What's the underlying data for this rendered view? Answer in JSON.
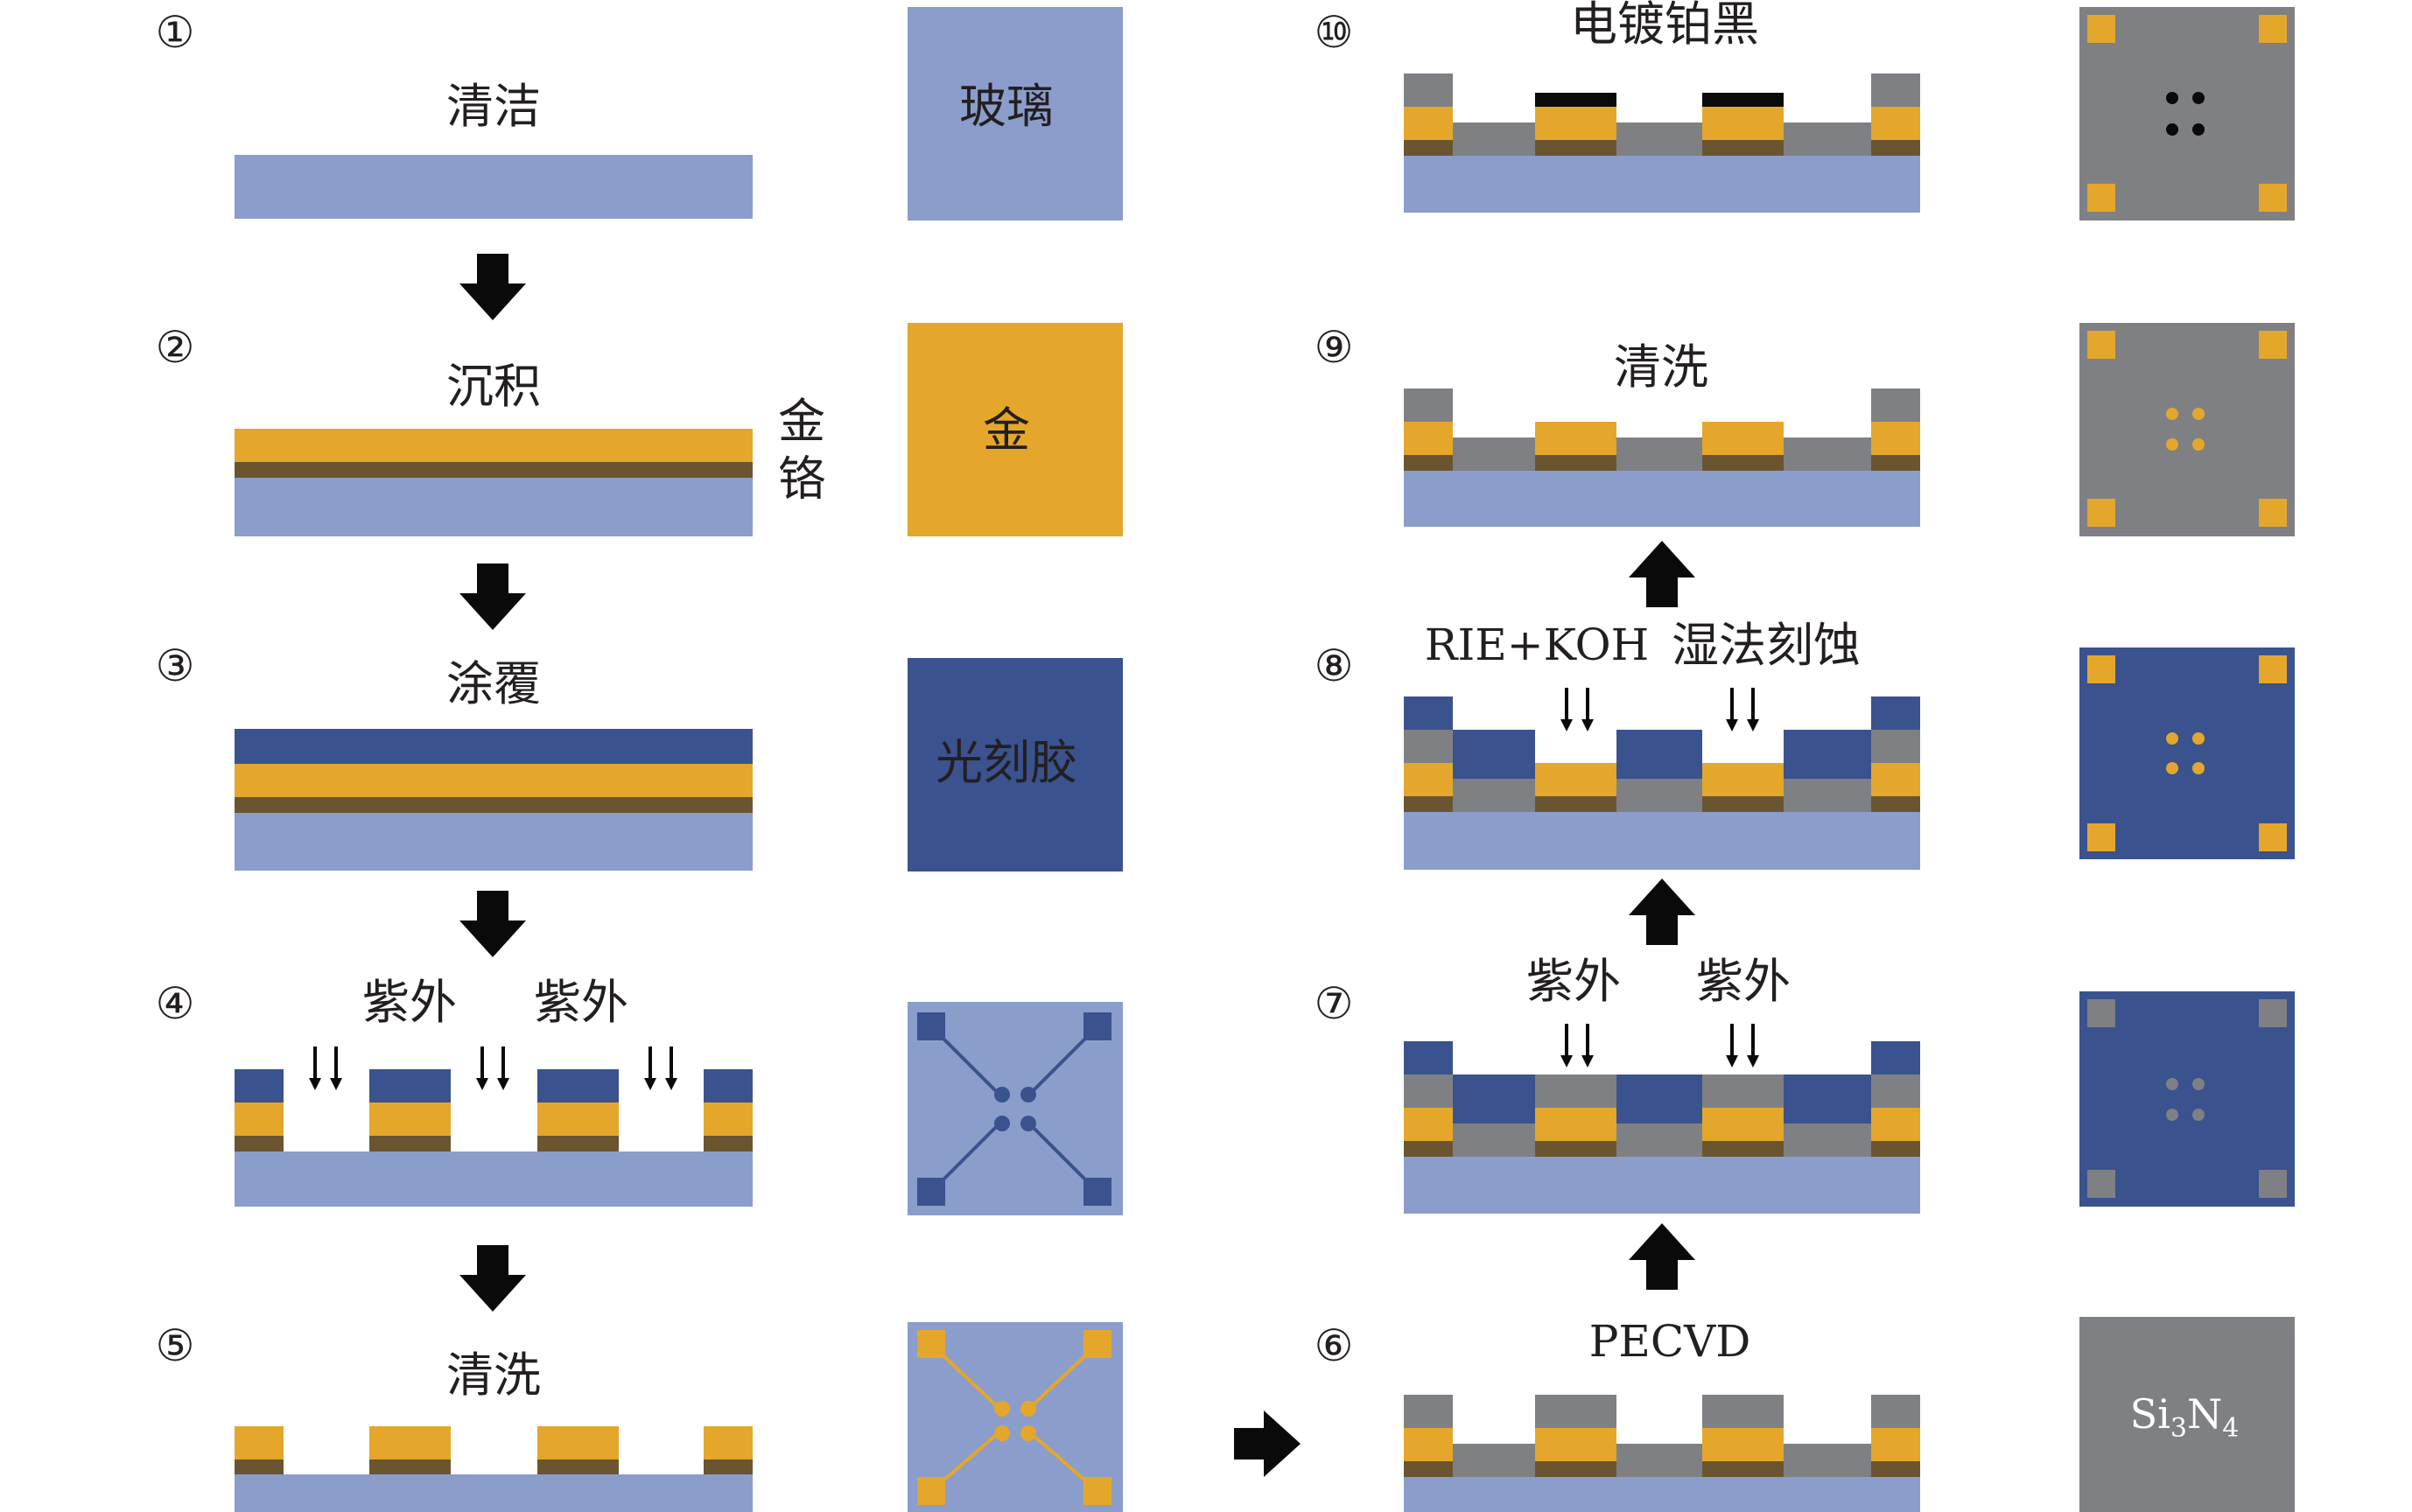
{
  "colors": {
    "glass": "#8b9dca",
    "gold": "#e4a72b",
    "chrome": "#6b5530",
    "photoresist": "#3a528e",
    "nitride": "#7f8083",
    "platinum_black": "#0a0a0a",
    "arrow": "#0a0a0a",
    "text": "#231f20"
  },
  "steps": [
    {
      "num": "①",
      "label": "清洁"
    },
    {
      "num": "②",
      "label": "沉积"
    },
    {
      "num": "③",
      "label": "涂覆"
    },
    {
      "num": "④",
      "labels": [
        "紫外",
        "紫外"
      ]
    },
    {
      "num": "⑤",
      "label": "清洗"
    },
    {
      "num": "⑥",
      "label": "PECVD"
    },
    {
      "num": "⑦",
      "labels": [
        "紫外",
        "紫外"
      ]
    },
    {
      "num": "⑧",
      "labels": [
        "RIE+KOH",
        "湿法刻蚀"
      ]
    },
    {
      "num": "⑨",
      "label": "清洗"
    },
    {
      "num": "⑩",
      "label": "电镀铂黑"
    }
  ],
  "layer_labels": {
    "gold": "金",
    "chrome": "铬"
  },
  "top_views": {
    "glass": "玻璃",
    "gold": "金",
    "photoresist": "光刻胶",
    "nitride_main": "Si",
    "nitride_sub3": "3",
    "nitride_N": "N",
    "nitride_sub4": "4"
  }
}
